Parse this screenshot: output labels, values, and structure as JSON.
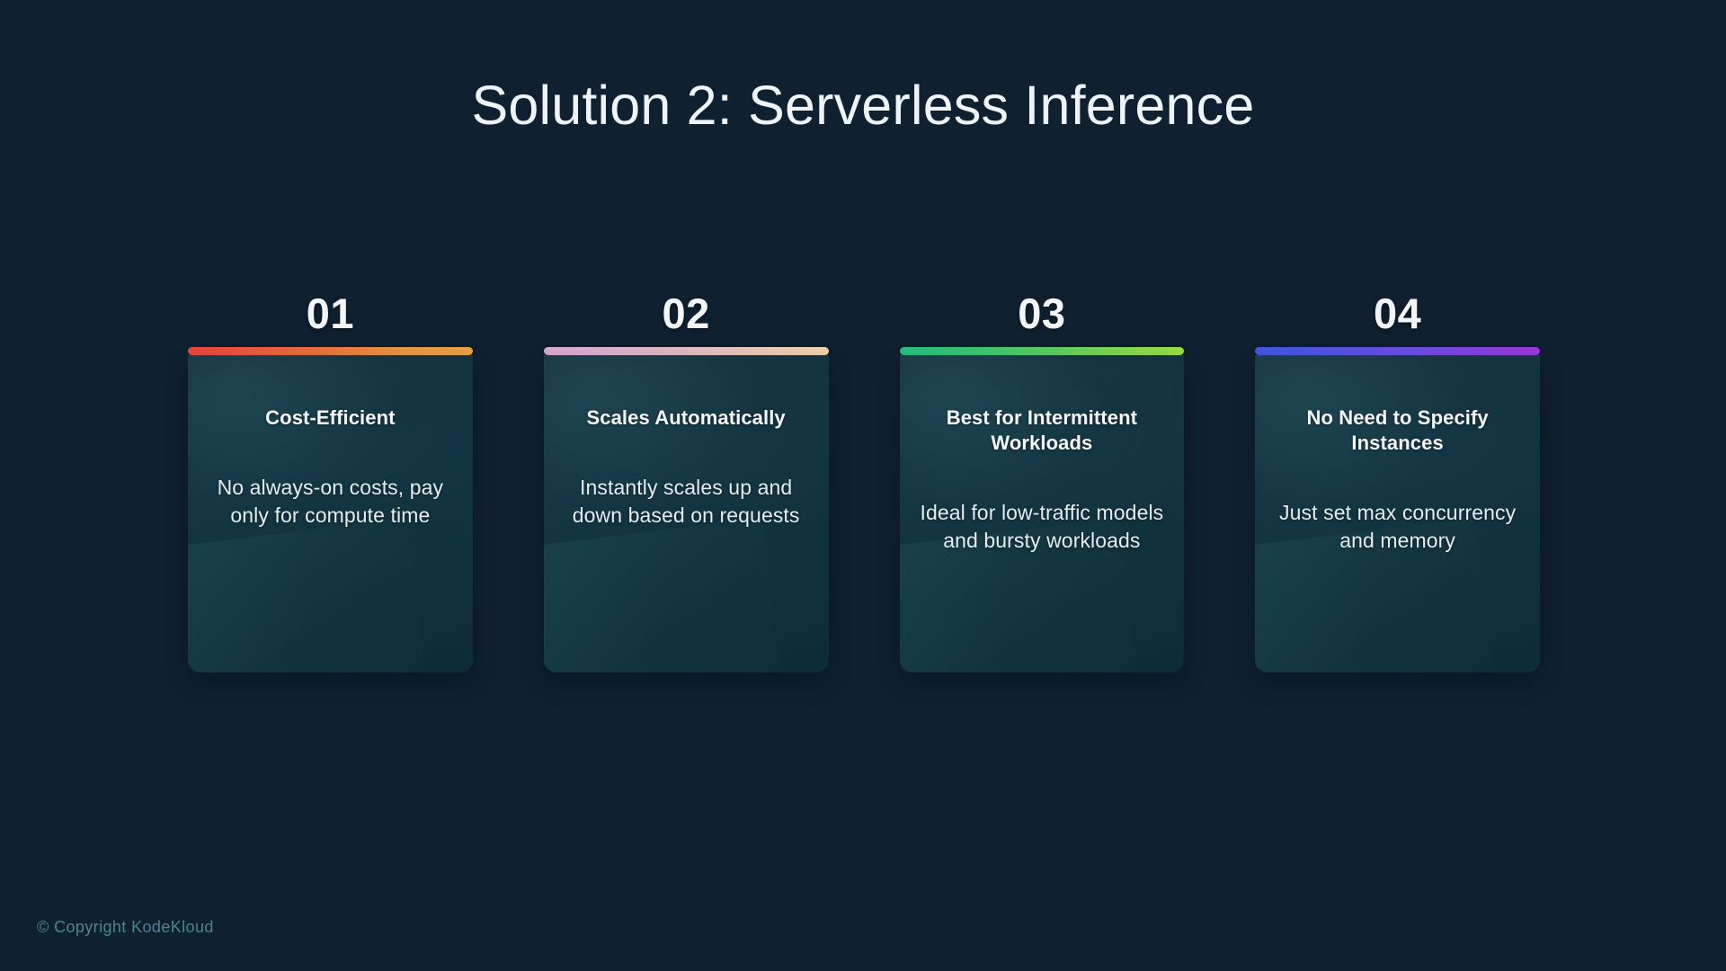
{
  "slide": {
    "title": "Solution 2: Serverless Inference",
    "background_color": "#0f2030",
    "title_color": "#eef4f7"
  },
  "cards": [
    {
      "number": "01",
      "heading": "Cost-Efficient",
      "description": "No always-on costs, pay only for compute time",
      "bar_gradient": "linear-gradient(90deg, #e8453c 0%, #ea5140 14%, #e9713f 45%, #e89a45 78%, #e9a445 100%)",
      "bar_color_start": "#e8453c",
      "bar_color_end": "#e9a445"
    },
    {
      "number": "02",
      "heading": "Scales Automatically",
      "description": "Instantly scales up and down based on requests",
      "bar_gradient": "linear-gradient(90deg, #d9a8d4 0%, #ddb1cf 22%, #e3bdc4 52%, #eccbb4 80%, #f0d2ad 100%)",
      "bar_color_start": "#d9a8d4",
      "bar_color_end": "#f0d2ad"
    },
    {
      "number": "03",
      "heading": "Best for Intermittent Workloads",
      "description": "Ideal for low-traffic models and bursty workloads",
      "bar_gradient": "linear-gradient(90deg, #24c07f 0%, #3ac473 24%, #5fcd63 55%, #87d94f 82%, #9ade45 100%)",
      "bar_color_start": "#24c07f",
      "bar_color_end": "#9ade45"
    },
    {
      "number": "04",
      "heading": "No Need to Specify Instances",
      "description": "Just set max concurrency and memory",
      "bar_gradient": "linear-gradient(90deg, #4356e0 0%, #4e55e2 20%, #6b4ee2 55%, #8b3fdd 84%, #9a39d8 100%)",
      "bar_color_start": "#4356e0",
      "bar_color_end": "#9a39d8"
    }
  ],
  "footer": {
    "copyright": "© Copyright KodeKloud",
    "color": "#4e8490"
  }
}
